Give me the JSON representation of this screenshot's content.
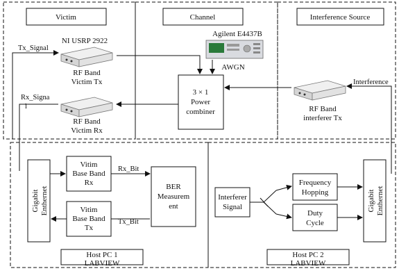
{
  "sections": {
    "victim": "Victim",
    "channel": "Channel",
    "interference_source": "Interference Source"
  },
  "devices": {
    "usrp_label": "NI USRP 2922",
    "agilent_label": "Agilent E4437B",
    "awgn_label": "AWGN",
    "victim_tx": [
      "RF Band",
      "Victim Tx"
    ],
    "victim_rx": [
      "RF Band",
      "Victim Rx"
    ],
    "interferer_tx": [
      "RF Band",
      "interferer Tx"
    ],
    "combiner": [
      "3 × 1",
      "Power",
      "combiner"
    ]
  },
  "signals": {
    "tx_signal": "Tx_Signal",
    "rx_signal": [
      "Rx_Signa",
      "l"
    ],
    "interference": "Interference",
    "rx_bit": "Rx_Bit",
    "tx_bit": "Tx_Bit"
  },
  "host1": {
    "gigabit": "Gigabit",
    "ethernet": "Enthernet",
    "baseband_rx": [
      "Vitim",
      "Base Band",
      "Rx"
    ],
    "baseband_tx": [
      "Vitim",
      "Base Band",
      "Tx"
    ],
    "ber": [
      "BER",
      "Measurem",
      "ent"
    ],
    "label": [
      "Host PC 1",
      "LABVIEW"
    ]
  },
  "host2": {
    "interferer_signal": [
      "Interferer",
      "Signal"
    ],
    "frequency_hopping": [
      "Frequency",
      "Hopping"
    ],
    "duty_cycle": [
      "Duty",
      "Cycle"
    ],
    "gigabit": "Gigabit",
    "ethernet": "Enthernet",
    "label": [
      "Host PC 2",
      "LABVIEW"
    ]
  },
  "colors": {
    "line": "#111111",
    "device_body": "#e8e8e8",
    "instrument_body": "#d9dbe0",
    "instrument_screen": "#2a7a3a"
  }
}
